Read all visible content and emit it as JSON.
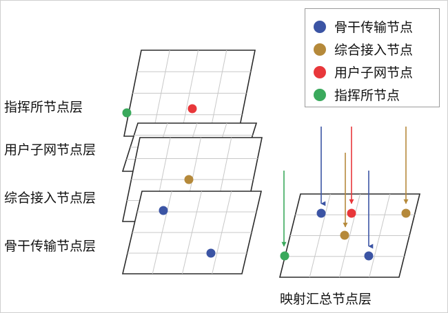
{
  "legend": {
    "items": [
      {
        "label": "骨干传输节点",
        "color": "#3b54a4"
      },
      {
        "label": "综合接入节点",
        "color": "#b5893a"
      },
      {
        "label": "用户子网节点",
        "color": "#e8373a"
      },
      {
        "label": "指挥所节点",
        "color": "#3aa95c"
      }
    ]
  },
  "layers": [
    {
      "label": "指挥所节点层"
    },
    {
      "label": "用户子网节点层"
    },
    {
      "label": "综合接入节点层"
    },
    {
      "label": "骨干传输节点层"
    }
  ],
  "merged_layer_caption": "映射汇总节点层",
  "colors": {
    "backbone": "#3b54a4",
    "access": "#b5893a",
    "subnet": "#e8373a",
    "command": "#3aa95c",
    "grid": "#c8c8c8",
    "outline": "#2a2a2a"
  }
}
